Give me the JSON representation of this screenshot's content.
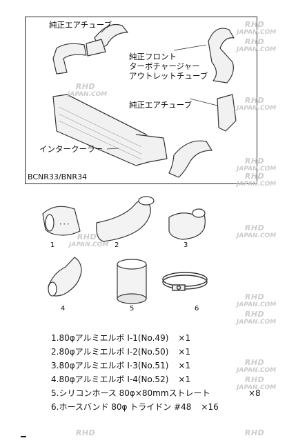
{
  "diagram": {
    "callouts": {
      "air_tube_top": "純正エアチューブ",
      "turbo_outlet_1": "純正フロント",
      "turbo_outlet_2": "ターボチャージャー",
      "turbo_outlet_3": "アウトレットチューブ",
      "air_tube_right": "純正エアチューブ",
      "intercooler": "インタークーラー"
    },
    "model": "BCNR33/BNR34"
  },
  "parts": {
    "numbers": [
      "1",
      "2",
      "3",
      "4",
      "5",
      "6"
    ]
  },
  "items": [
    {
      "text": "1.80φアルミエルボ I-1(No.49)",
      "qty": "×1"
    },
    {
      "text": "2.80φアルミエルボ I-2(No.50)",
      "qty": "×1"
    },
    {
      "text": "3.80φアルミエルボ I-3(No.51)",
      "qty": "×1"
    },
    {
      "text": "4.80φアルミエルボ I-4(No.52)",
      "qty": "×1"
    },
    {
      "text": "5.シリコンホース 80φ×80mmストレート",
      "qty": "×8"
    },
    {
      "text": "6.ホースバンド 80φ トライドン #48",
      "qty": "×16"
    }
  ],
  "watermark": {
    "line1": "RHD",
    "line2": "JAPAN.COM"
  }
}
